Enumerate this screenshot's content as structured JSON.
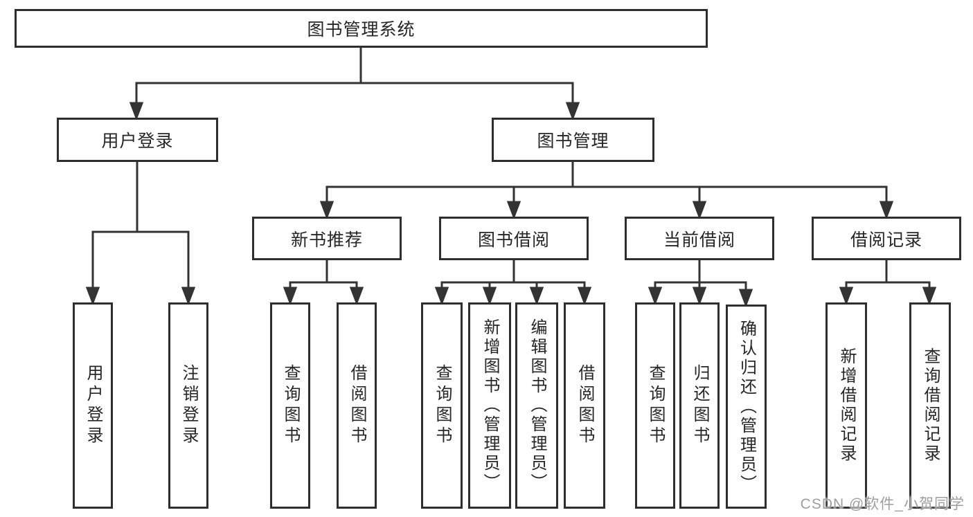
{
  "root": {
    "label": "图书管理系统",
    "children": [
      {
        "label": "用户登录",
        "children": [
          {
            "label": "用户登录"
          },
          {
            "label": "注销登录"
          }
        ]
      },
      {
        "label": "图书管理",
        "children": [
          {
            "label": "新书推荐",
            "children": [
              {
                "label": "查询图书"
              },
              {
                "label": "借阅图书"
              }
            ]
          },
          {
            "label": "图书借阅",
            "children": [
              {
                "label": "查询图书"
              },
              {
                "label": "新增图书（管理员）"
              },
              {
                "label": "编辑图书（管理员）"
              },
              {
                "label": "借阅图书"
              }
            ]
          },
          {
            "label": "当前借阅",
            "children": [
              {
                "label": "查询图书"
              },
              {
                "label": "归还图书"
              },
              {
                "label": "确认归还（管理员）"
              }
            ]
          },
          {
            "label": "借阅记录",
            "children": [
              {
                "label": "新增借阅记录"
              },
              {
                "label": "查询借阅记录"
              }
            ]
          }
        ]
      }
    ]
  },
  "watermark": {
    "text": "CSDN @软件_小贺同学",
    "color": "#9e9e9e"
  },
  "colors": {
    "line": "#333333",
    "box_border": "#2e2e2e",
    "text": "#262626",
    "background": "#ffffff"
  }
}
